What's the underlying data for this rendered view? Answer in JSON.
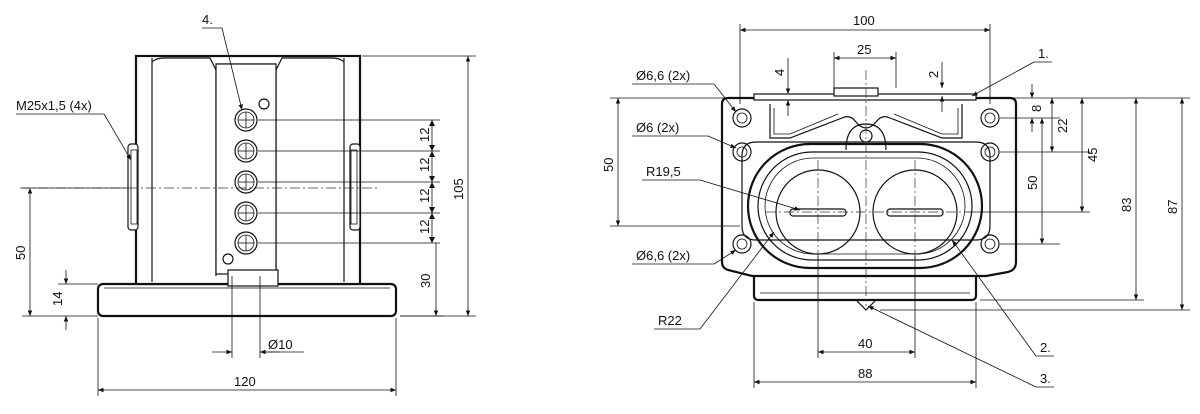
{
  "front_view": {
    "thread_label": "M25x1,5 (4x)",
    "item_callout": "4.",
    "pitch_labels": [
      "12",
      "12",
      "12",
      "12"
    ],
    "height_label": "105",
    "base_label": "30",
    "left_height_label": "50",
    "base_thickness_label": "14",
    "width_label": "120",
    "hole_label": "Ø10"
  },
  "side_view": {
    "width_top": "100",
    "slot_width": "25",
    "dim_4": "4",
    "dim_2": "2",
    "hole_top": "Ø6,6 (2x)",
    "hole_mid": "Ø6 (2x)",
    "hole_bottom": "Ø6,6 (2x)",
    "radius_inner": "R19,5",
    "radius_outer": "R22",
    "left_height": "50",
    "dim_8": "8",
    "dim_22": "22",
    "dim_45": "45",
    "dim_50": "50",
    "dim_83": "83",
    "dim_87": "87",
    "pedal_spacing": "40",
    "base_width": "88",
    "callout_1": "1.",
    "callout_2": "2.",
    "callout_3": "3."
  }
}
